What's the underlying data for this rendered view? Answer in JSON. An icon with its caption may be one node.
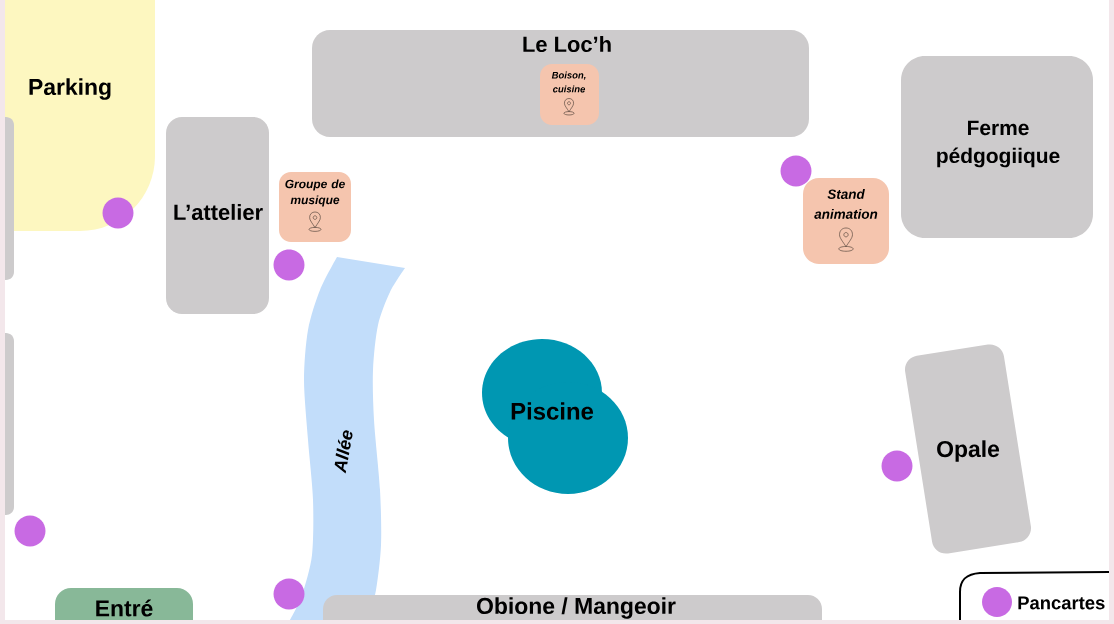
{
  "diagram": {
    "nodes": [
      {
        "text": [
          "Parking"
        ]
      },
      {
        "text": [
          "Le Loc’h"
        ]
      },
      {
        "text": [
          "Boison, cuisine"
        ],
        "in": 1
      },
      {
        "text": [
          "Ferme pédgogiique"
        ]
      },
      {
        "text": [],
        "shape": "box"
      },
      {
        "text": [
          "L’attelier"
        ]
      },
      {
        "text": [
          "Groupe de musique"
        ]
      },
      {
        "text": [
          "Stand animation"
        ]
      },
      {
        "text": [
          "Allée"
        ]
      },
      {
        "text": [
          "Piscine"
        ]
      },
      {
        "text": [],
        "shape": "box"
      },
      {
        "text": [
          "Opale"
        ]
      },
      {
        "text": [
          "Entré"
        ]
      },
      {
        "text": [
          "Obione / Mangeoir"
        ]
      }
    ],
    "legend": [
      {
        "text": "Pancartes",
        "color": "#c86ae3"
      }
    ]
  }
}
